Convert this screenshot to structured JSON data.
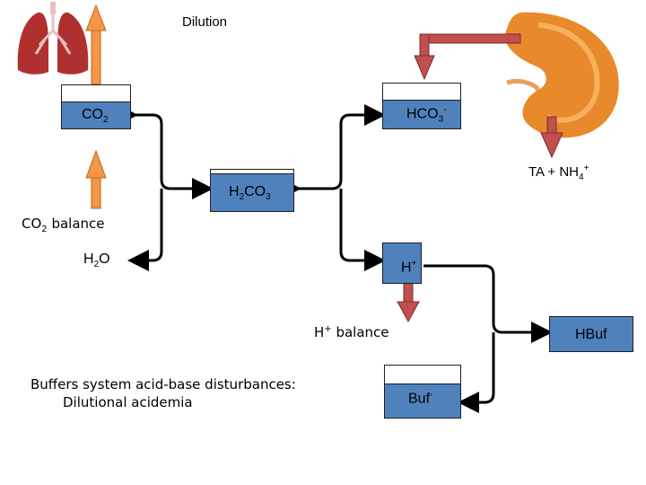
{
  "labels": {
    "dilution": "Dilution",
    "co2_balance": "balance",
    "h_balance": "balance",
    "footnote_line1": "Buffers system acid-base disturbances:",
    "footnote_line2": "Dilutional acidemia"
  },
  "boxes": {
    "co2": {
      "main": "CO",
      "sub": "2"
    },
    "hco3": {
      "main": "HCO",
      "sub": "3",
      "sup": "-"
    },
    "h2co3": {
      "a": "H",
      "sub1": "2",
      "b": "CO",
      "sub2": "3"
    },
    "h": {
      "main": "H",
      "sup": "+"
    },
    "hbuf": {
      "main": "HBuf"
    },
    "buf": {
      "main": "Buf",
      "sup": "-"
    }
  },
  "free_text": {
    "h2o": {
      "a": "H",
      "sub": "2",
      "b": "O"
    },
    "ta_nh4": {
      "main": "TA + NH",
      "sub": "4",
      "sup": "+"
    },
    "co2_balance_prefix": {
      "main": "CO",
      "sub": "2"
    },
    "h_balance_prefix": {
      "main": "H",
      "sup": "+"
    }
  },
  "icons": [
    "lungs-icon",
    "kidney-icon"
  ],
  "colors": {
    "box_fill": "#4f81bd",
    "arrow_orange": "#f79646",
    "arrow_red": "#c0504d",
    "label_red": "#c00000"
  }
}
